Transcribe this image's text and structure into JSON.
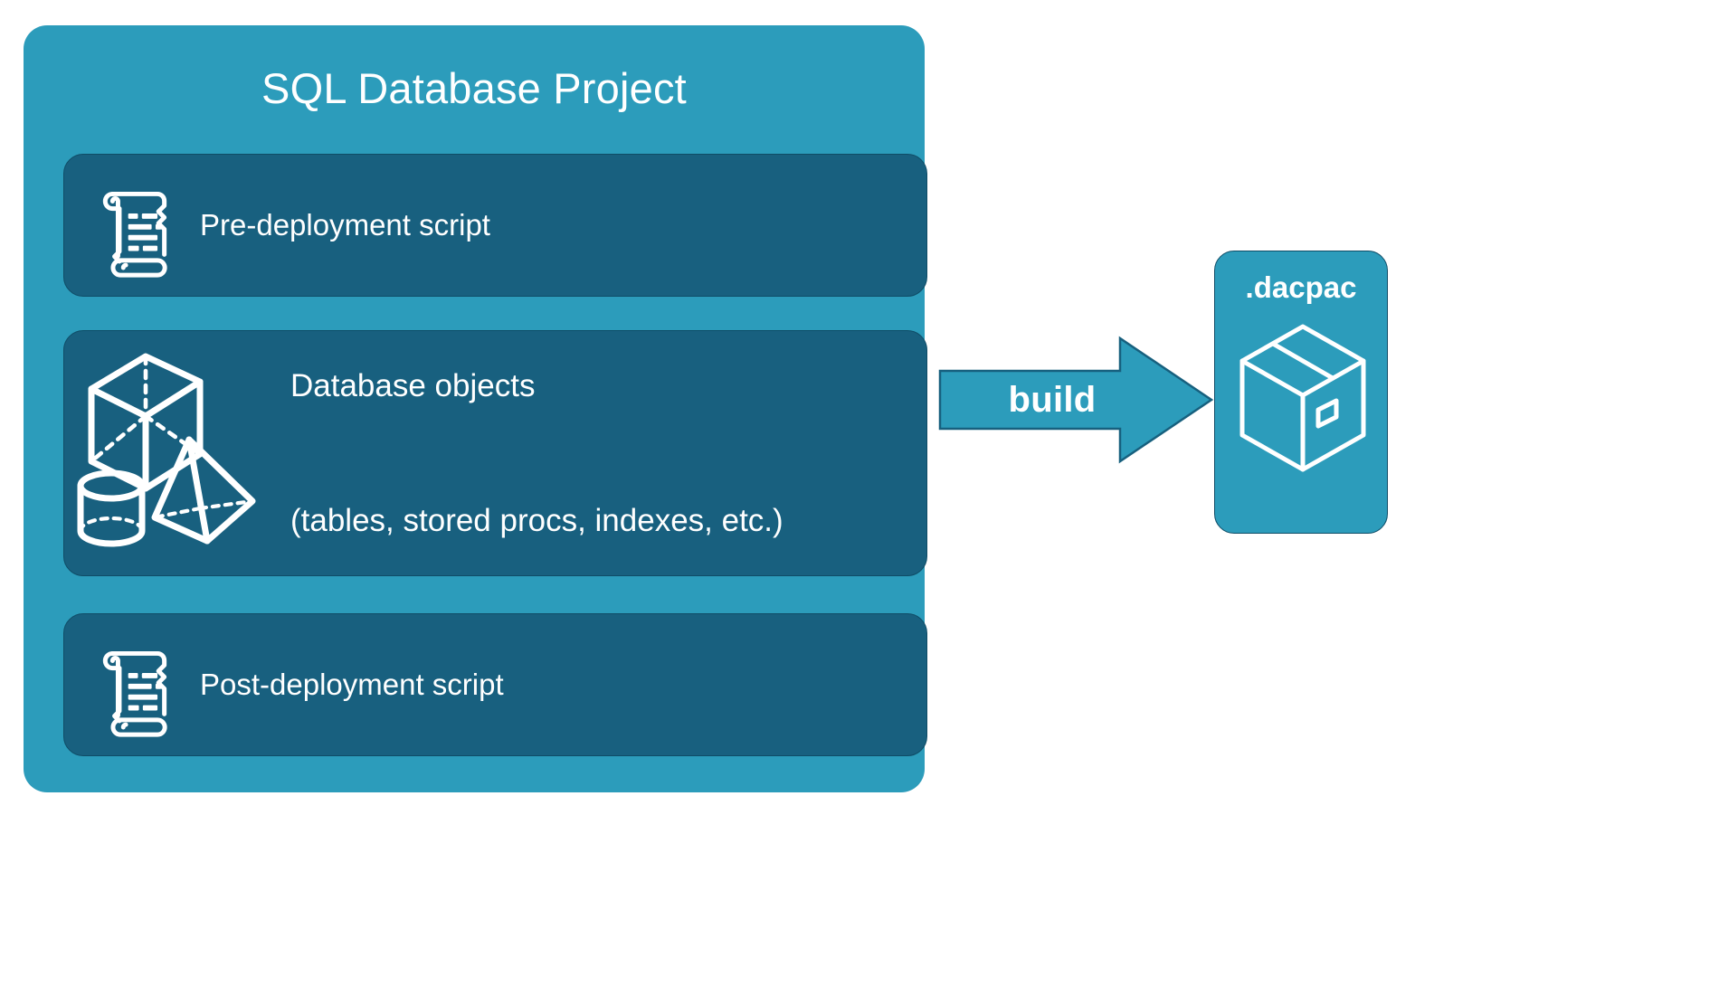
{
  "diagram": {
    "title": "SQL Database Project",
    "background_color": "#FFFFFF",
    "card_color": "#2C9CBB",
    "section_color": "#18607F",
    "text_color": "#FFFFFF",
    "sections": [
      {
        "id": "pre-deployment",
        "label": "Pre-deployment script",
        "icon": "scroll-icon"
      },
      {
        "id": "database-objects",
        "label_line1": "Database objects",
        "label_line2": "(tables, stored procs, indexes, etc.)",
        "icon": "shapes-icon"
      },
      {
        "id": "post-deployment",
        "label": "Post-deployment script",
        "icon": "scroll-icon"
      }
    ],
    "arrow": {
      "label": "build",
      "direction": "right",
      "color": "#2C9CBB",
      "border_color": "#17607E"
    },
    "output": {
      "title": ".dacpac",
      "icon": "package-box-icon",
      "color": "#2C9CBB"
    }
  }
}
